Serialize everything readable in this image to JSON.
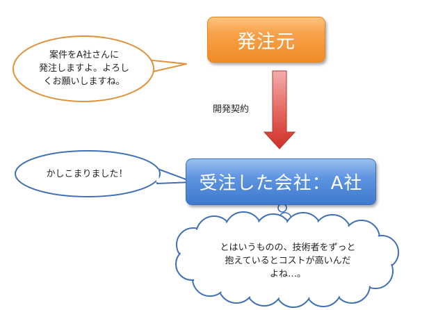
{
  "orderer_box": {
    "label": "発注元"
  },
  "contractor_box": {
    "label": "受注した会社：A社"
  },
  "arrow": {
    "label": "開発契約"
  },
  "orderer_speech": {
    "lines": [
      "案件をA社さんに",
      "発注しますよ。よろし",
      "くお願いしますね。"
    ]
  },
  "contractor_speech": {
    "text": "かしこまりました！"
  },
  "contractor_thought": {
    "lines": [
      "とはいうものの、技術者をずっと",
      "抱えているとコストが高いんだ",
      "よね…。"
    ]
  },
  "colors": {
    "orderer_box": "#f7a24b",
    "contractor_box": "#5f95e0",
    "arrow": "#d8362d",
    "bubble_orange_border": "#e0913a",
    "bubble_blue_border": "#3f6fb4"
  }
}
